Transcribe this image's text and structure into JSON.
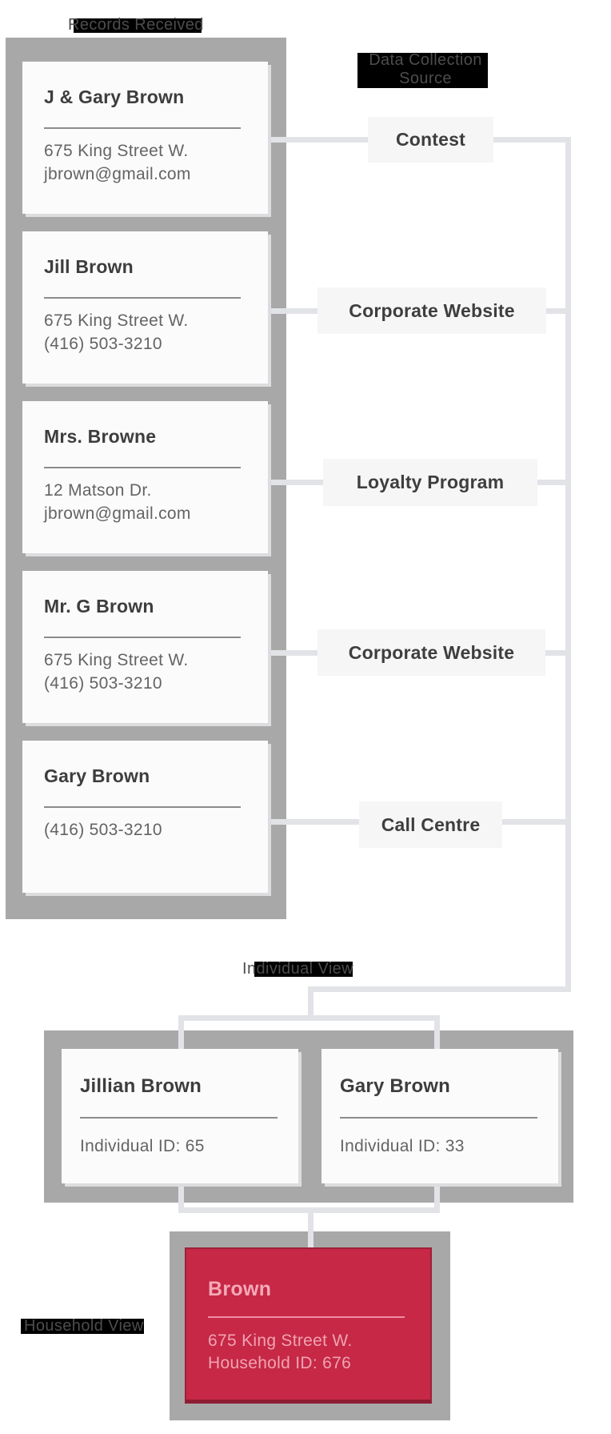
{
  "labels": {
    "records": "Records Received",
    "source_line1": "Data Collection",
    "source_line2": "Source",
    "individual": "Individual View",
    "household": "Household View"
  },
  "records": [
    {
      "name": "J & Gary Brown",
      "line1": "675 King Street W.",
      "line2": "jbrown@gmail.com"
    },
    {
      "name": "Jill Brown",
      "line1": "675 King Street W.",
      "line2": "(416) 503-3210"
    },
    {
      "name": "Mrs. Browne",
      "line1": "12 Matson Dr.",
      "line2": "jbrown@gmail.com"
    },
    {
      "name": "Mr. G Brown",
      "line1": "675 King Street W.",
      "line2": "(416) 503-3210"
    },
    {
      "name": "Gary Brown",
      "line1": "(416) 503-3210",
      "line2": ""
    }
  ],
  "sources": [
    {
      "label": "Contest"
    },
    {
      "label": "Corporate Website"
    },
    {
      "label": "Loyalty Program"
    },
    {
      "label": "Corporate Website"
    },
    {
      "label": "Call Centre"
    }
  ],
  "individuals": [
    {
      "name": "Jillian Brown",
      "id_line": "Individual ID: 65"
    },
    {
      "name": "Gary Brown",
      "id_line": "Individual ID: 33"
    }
  ],
  "household": {
    "name": "Brown",
    "line1": "675 King Street W.",
    "line2": "Household ID: 676"
  },
  "colors": {
    "container_gray": "#a8a8a8",
    "card_bg": "#fbfbfc",
    "accent_red": "#c62846",
    "connector": "#e2e3e7",
    "label_bg": "#000000",
    "source_box_bg": "#f6f6f7"
  }
}
